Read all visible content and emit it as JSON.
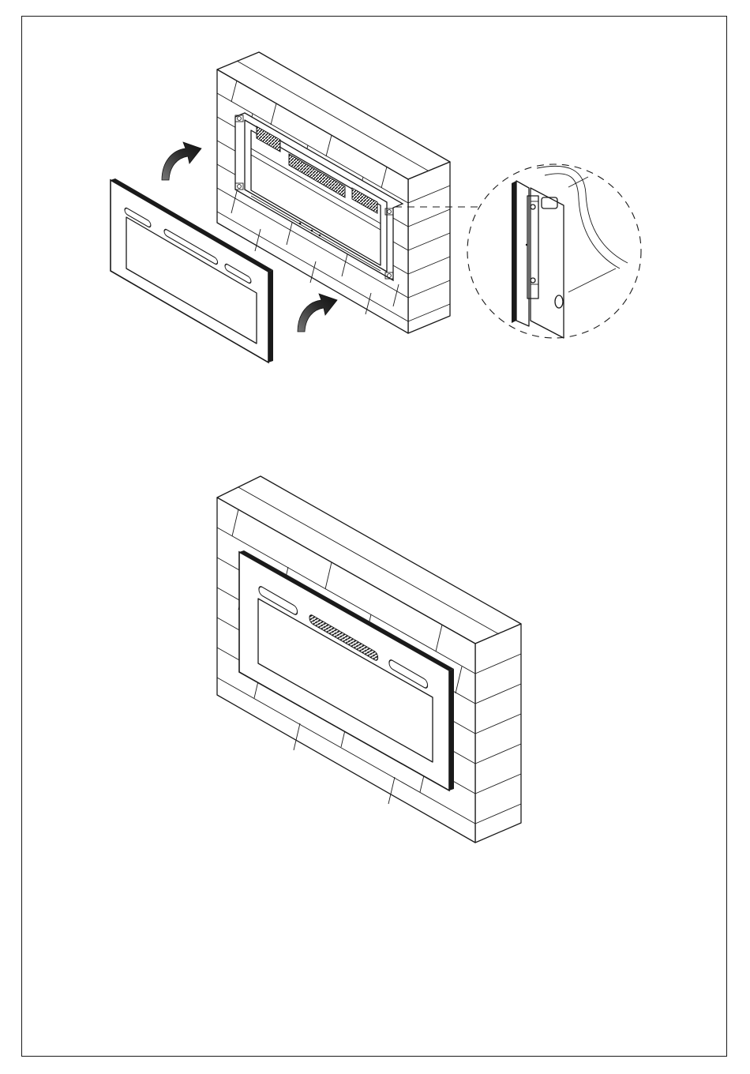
{
  "figure": {
    "step_1": {
      "elements": [
        "brick-wall",
        "fireplace-insert-frame",
        "glass-front-panel",
        "mounting-bracket-detail"
      ],
      "arrows": [
        "lift-arrow-upper",
        "lift-arrow-lower"
      ]
    },
    "step_2": {
      "elements": [
        "brick-wall",
        "installed-fireplace-panel"
      ]
    },
    "colors": {
      "line": "#1a1a1a",
      "background": "#ffffff",
      "arrow_fill": "#2a2a2a"
    }
  }
}
